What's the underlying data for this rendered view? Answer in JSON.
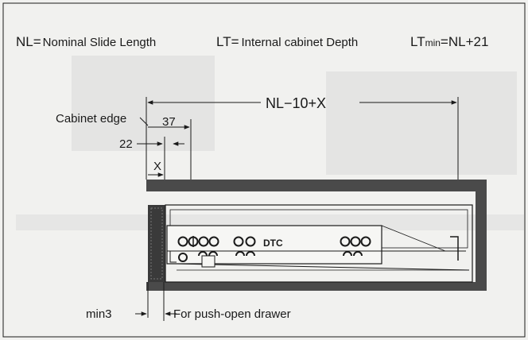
{
  "definitions": {
    "nl_abbr": "NL",
    "nl_eq": "=",
    "nl_text": "Nominal Slide Length",
    "lt_abbr": "LT",
    "lt_eq": "=",
    "lt_text": "Internal cabinet Depth",
    "ltmin_abbr": "LT",
    "ltmin_sub": "min",
    "ltmin_formula": "=NL+21"
  },
  "dimensions": {
    "overall": "NL−10+X",
    "cabinet_edge": "Cabinet edge",
    "dim_37": "37",
    "dim_22": "22",
    "dim_x": "X",
    "dim_min3": "min3",
    "push_open": "For push-open drawer"
  },
  "slide": {
    "brand": "DTC"
  },
  "colors": {
    "line": "#1a1a1a",
    "panel": "#4a4a4a",
    "background": "#f1f1ef",
    "drawer_front": "#3a3a3a"
  }
}
